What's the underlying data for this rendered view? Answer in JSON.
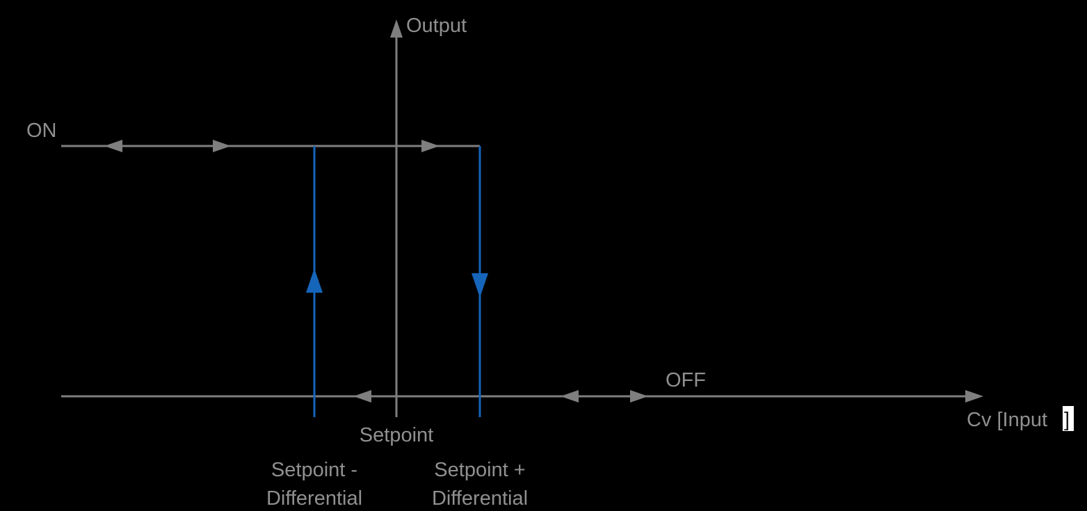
{
  "diagram": {
    "type": "hysteresis-on-off-control",
    "axes": {
      "y_label": "Output",
      "x_label_prefix": "Cv [Input",
      "x_label_caret_char": "]"
    },
    "states": {
      "on_label": "ON",
      "off_label": "OFF"
    },
    "thresholds": {
      "setpoint_label": "Setpoint",
      "lower_line1": "Setpoint -",
      "lower_line2": "Differential",
      "upper_line1": "Setpoint +",
      "upper_line2": "Differential"
    },
    "colors": {
      "background": "#000000",
      "line_gray": "#7f7f7f",
      "text_gray": "#909090",
      "accent_blue": "#1565bb",
      "caret_white": "#ffffff"
    }
  }
}
